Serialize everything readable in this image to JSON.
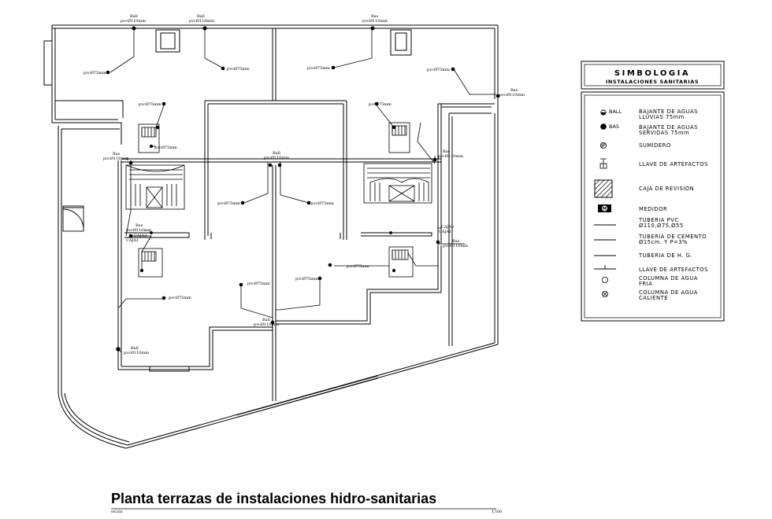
{
  "drawing": {
    "title": "Planta  terrazas de instalaciones hidro-sanitarias",
    "scale_label": "escala",
    "scale_value": "1:100"
  },
  "legend": {
    "title": "SIMBOLOGIA",
    "subtitle": "INSTALACIONES SANITARIAS",
    "items": [
      {
        "icon": "bajante-lluvias-icon",
        "code": "BALL",
        "lines": [
          "BAJANTE  DE  AGUAS",
          "LLUVIAS  75mm"
        ]
      },
      {
        "icon": "bajante-servidas-icon",
        "code": "BAS",
        "lines": [
          "BAJANTE  DE  AGUAS",
          "SERVIDAS  75mm"
        ]
      },
      {
        "icon": "sumidero-icon",
        "code": "",
        "lines": [
          "SUMIDERO"
        ]
      },
      {
        "icon": "llave-artefactos-icon",
        "code": "",
        "lines": [
          "LLAVE  DE  ARTEFACTOS"
        ]
      },
      {
        "icon": "caja-revision-icon",
        "code": "",
        "lines": [
          "CAJA  DE  REVISION"
        ]
      },
      {
        "icon": "medidor-icon",
        "code": "",
        "lines": [
          "MEDIDOR"
        ]
      },
      {
        "icon": "tuberia-pvc-icon",
        "code": "",
        "lines": [
          "TUBERIA  PVC",
          "Ø110,Ø75,Ø55"
        ]
      },
      {
        "icon": "tuberia-cemento-icon",
        "code": "",
        "lines": [
          "TUBERIA  DE  CEMENTO",
          "Ø15cm.  Y  P=3%"
        ]
      },
      {
        "icon": "tuberia-hg-icon",
        "code": "",
        "lines": [
          "TUBERIA    DE  H. G."
        ]
      },
      {
        "icon": "llave-artefactos-2-icon",
        "code": "",
        "lines": [
          "LLAVE  DE  ARTEFACTOS"
        ]
      },
      {
        "icon": "columna-fria-icon",
        "code": "",
        "lines": [
          "COLUMNA  DE  AGUA",
          "FRIA"
        ]
      },
      {
        "icon": "columna-caliente-icon",
        "code": "",
        "lines": [
          "COLUMNA  DE  AGUA",
          "CALIENTE"
        ]
      }
    ]
  },
  "annotations": [
    {
      "id": "ball-1",
      "lines": [
        "Ball",
        "pvcØ110mm"
      ]
    },
    {
      "id": "ball-2",
      "lines": [
        "Ball",
        "pvcØ110mm"
      ]
    },
    {
      "id": "bas-1",
      "lines": [
        "Bas",
        "pvcØ110mm"
      ]
    },
    {
      "id": "pvc-1",
      "lines": [
        "pvcØ75mm"
      ]
    },
    {
      "id": "pvc-2",
      "lines": [
        "pvcØ75mm"
      ]
    },
    {
      "id": "pvc-3",
      "lines": [
        "pvcØ75mm"
      ]
    },
    {
      "id": "pvc-4",
      "lines": [
        "pvcØ75mm"
      ]
    },
    {
      "id": "bas-2",
      "lines": [
        "Bas",
        "pvcØ110mm"
      ]
    },
    {
      "id": "pvc-5",
      "lines": [
        "pvcØ75mm"
      ]
    },
    {
      "id": "pvc-6",
      "lines": [
        "pvcØ75mm"
      ]
    },
    {
      "id": "pvc-7",
      "lines": [
        "pvcØ75mm"
      ]
    },
    {
      "id": "bas-3",
      "lines": [
        "Bas",
        "pvcØ110mm"
      ]
    },
    {
      "id": "ball-3",
      "lines": [
        "Ball",
        "pvcØ110mm"
      ]
    },
    {
      "id": "bas-4",
      "lines": [
        "Bas",
        "pvcØ110mm"
      ]
    },
    {
      "id": "pvc-8",
      "lines": [
        "pvcØ75mm"
      ]
    },
    {
      "id": "pvc-9",
      "lines": [
        "pvcØ75mm"
      ]
    },
    {
      "id": "bas-5",
      "lines": [
        "Bas",
        "pvcØ110mm"
      ]
    },
    {
      "id": "caja-1",
      "lines": [
        "CAJA2",
        "CAJA1"
      ]
    },
    {
      "id": "caja-2",
      "lines": [
        "CAJA2",
        "CAJA1"
      ]
    },
    {
      "id": "bas-6",
      "lines": [
        "Bas",
        "pvcØ110mm"
      ]
    },
    {
      "id": "pvc-10",
      "lines": [
        "pvcØ75mm"
      ]
    },
    {
      "id": "pvc-11",
      "lines": [
        "pvcØ75mm"
      ]
    },
    {
      "id": "pvc-12",
      "lines": [
        "pvcØ75mm"
      ]
    },
    {
      "id": "pvc-13",
      "lines": [
        "pvcØ75mm"
      ]
    },
    {
      "id": "ball-4",
      "lines": [
        "Ball",
        "pvcØ110mm"
      ]
    },
    {
      "id": "ball-5",
      "lines": [
        "Ball",
        "pvcØ110mm"
      ]
    }
  ]
}
